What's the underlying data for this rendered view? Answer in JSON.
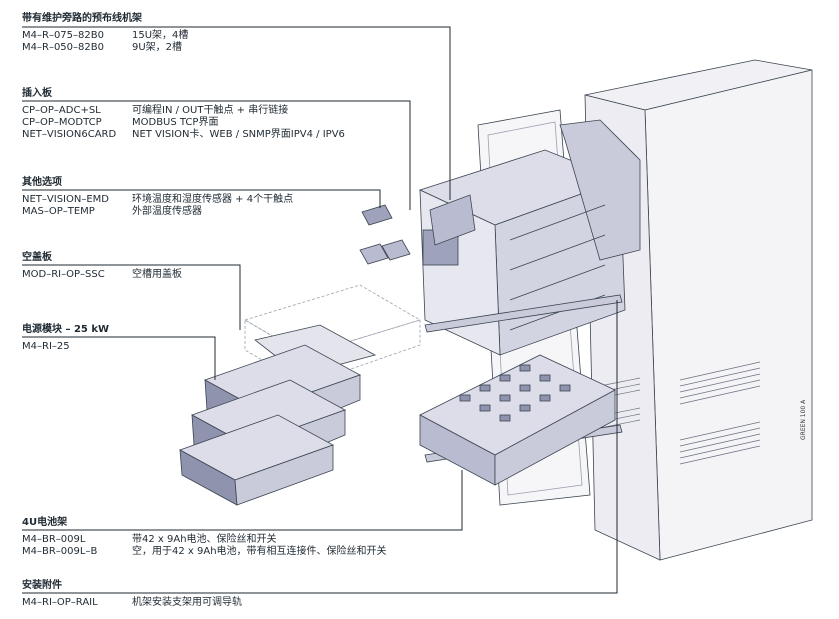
{
  "sections": [
    {
      "title": "带有维护旁路的预布线机架",
      "items": [
        {
          "code": "M4–R–075–82B0",
          "desc": "15U架，4槽"
        },
        {
          "code": "M4–R–050–82B0",
          "desc": "9U架，2槽"
        }
      ]
    },
    {
      "title": "插入板",
      "items": [
        {
          "code": "CP–OP–ADC+SL",
          "desc": "可编程IN / OUT干触点 + 串行链接"
        },
        {
          "code": "CP–OP–MODTCP",
          "desc": "MODBUS TCP界面"
        },
        {
          "code": "NET–VISION6CARD",
          "desc": "NET VISION卡、WEB / SNMP界面IPV4 / IPV6"
        }
      ]
    },
    {
      "title": "其他选项",
      "items": [
        {
          "code": "NET–VISION–EMD",
          "desc": "环境温度和湿度传感器 + 4个干触点"
        },
        {
          "code": "MAS–OP–TEMP",
          "desc": "外部温度传感器"
        }
      ]
    },
    {
      "title": "空盖板",
      "items": [
        {
          "code": "MOD–RI–OP–SSC",
          "desc": "空槽用盖板"
        }
      ]
    },
    {
      "title": "电源模块 – 25 kW",
      "items": [
        {
          "code": "M4–RI–25",
          "desc": ""
        }
      ]
    },
    {
      "title": "4U电池架",
      "items": [
        {
          "code": "M4–BR–009L",
          "desc": "带42 x 9Ah电池、保险丝和开关"
        },
        {
          "code": "M4–BR–009L–B",
          "desc": "空，用于42 x 9Ah电池，带有相互连接件、保险丝和开关"
        }
      ]
    },
    {
      "title": "安装附件",
      "items": [
        {
          "code": "M4–RI–OP–RAIL",
          "desc": "机架安装支架用可调导轨"
        }
      ]
    }
  ],
  "watermark": "GREEN 100 A",
  "colors": {
    "line": "#1f2a33",
    "fill": "#dcdde8",
    "shade": "#b9bcd0",
    "dark": "#8f93ad"
  }
}
